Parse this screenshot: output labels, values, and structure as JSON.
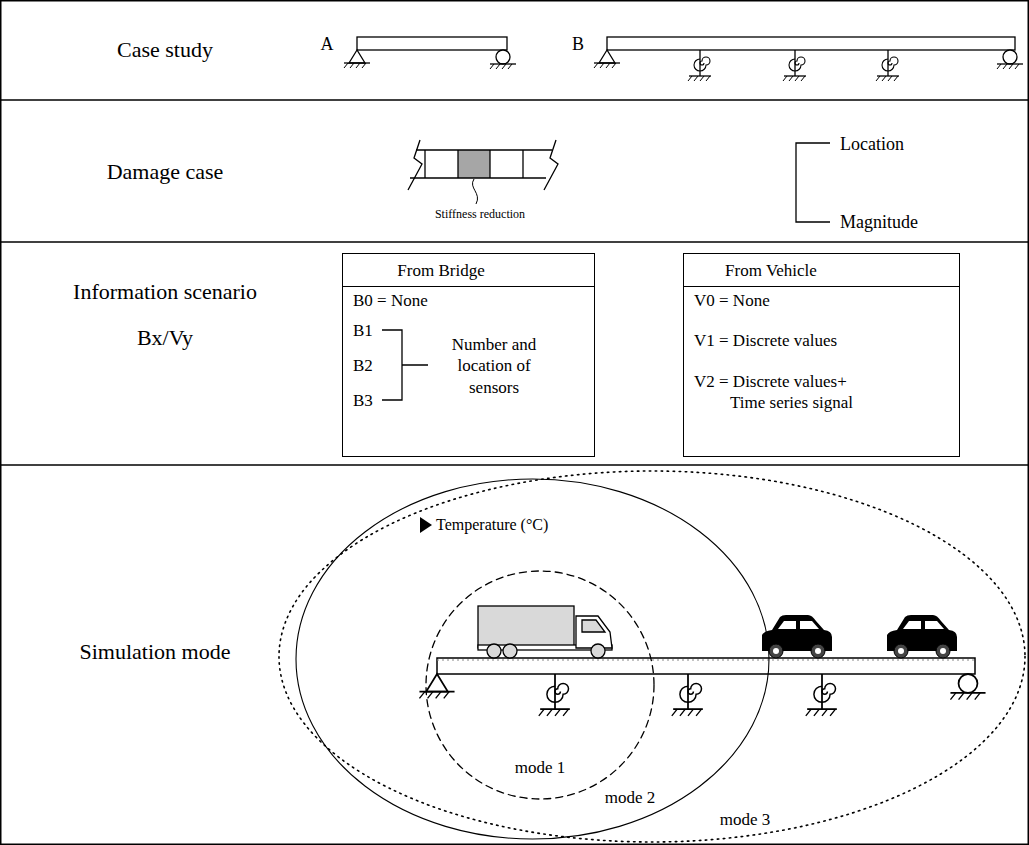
{
  "diagram": {
    "nodes": [
      {
        "text": [
          "From Bridge",
          "B0 = None",
          "B1",
          "B2",
          "B3",
          "Number and location of sensors"
        ]
      },
      {
        "text": [
          "From Vehicle",
          "V0 = None",
          "V1 = Discrete values",
          "V2 = Discrete values+ Time series signal"
        ]
      },
      {
        "text": [
          "mode 3"
        ]
      },
      {
        "text": [
          "Temperature (°C)",
          "mode 2"
        ],
        "in": 2
      },
      {
        "text": [
          "mode 1"
        ],
        "in": 3
      }
    ],
    "labels": [
      "Case study",
      "A",
      "B",
      "Damage case",
      "Stiffness reduction",
      "Location",
      "Magnitude",
      "Information scenario",
      "Bx/Vy",
      "Simulation mode"
    ]
  }
}
